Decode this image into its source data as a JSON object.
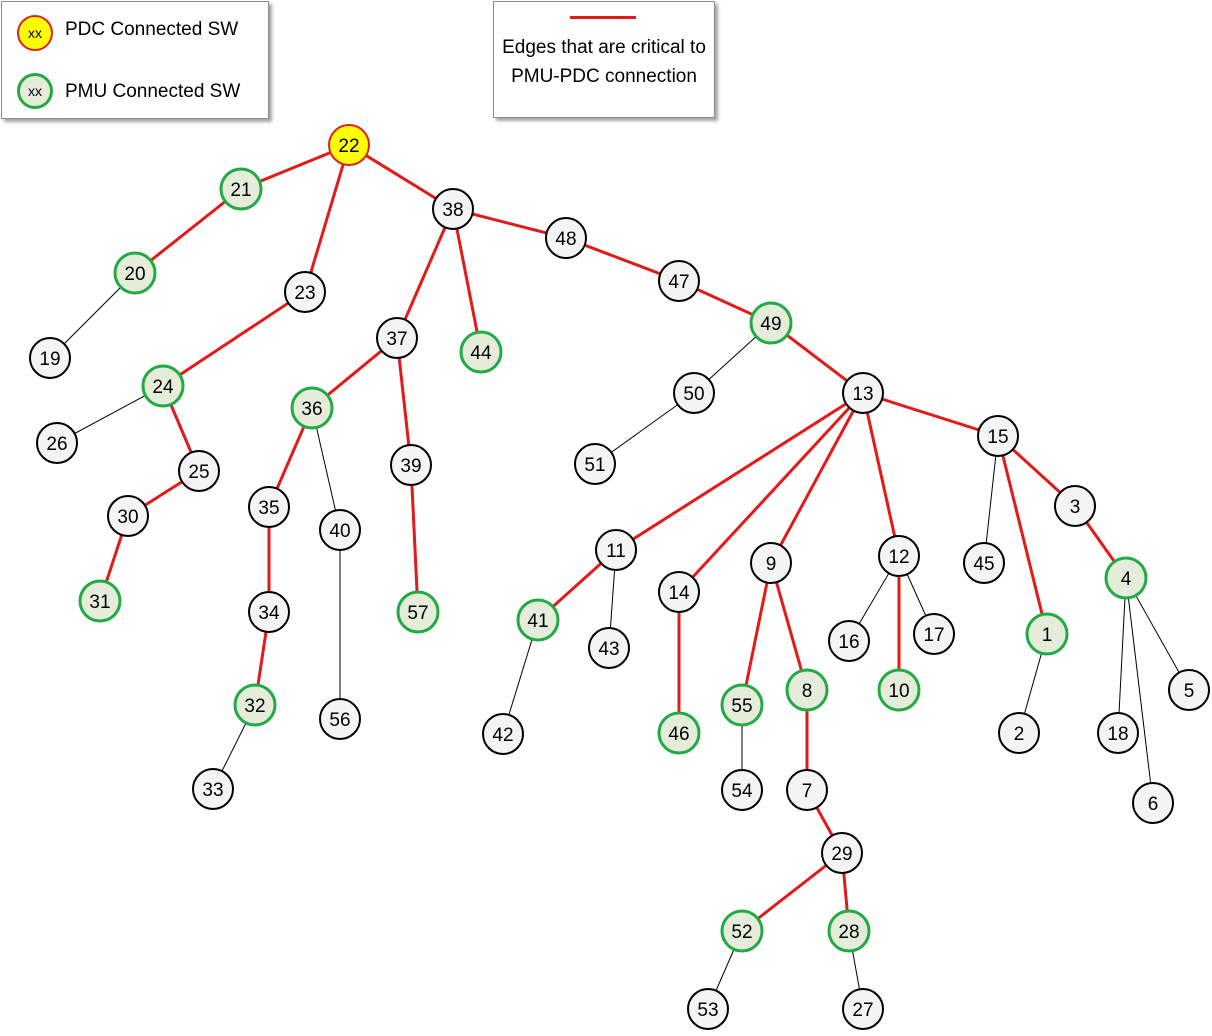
{
  "legend": {
    "pdc_symbol": "xx",
    "pdc_label": "PDC Connected SW",
    "pmu_symbol": "xx",
    "pmu_label": "PMU Connected SW",
    "edge_label": "Edges that are critical to PMU-PDC connection"
  },
  "colors": {
    "pdc_fill": "#ffff00",
    "pdc_border": "#e02020",
    "pmu_fill": "#e6ecda",
    "pmu_border": "#22aa44",
    "normal_fill": "#f4f4f4",
    "normal_border": "#000000",
    "critical_edge": "#e41a1a",
    "normal_edge": "#000000"
  },
  "nodes": [
    {
      "id": "22",
      "type": "pdc"
    },
    {
      "id": "21",
      "type": "pmu"
    },
    {
      "id": "20",
      "type": "pmu"
    },
    {
      "id": "19",
      "type": "normal"
    },
    {
      "id": "23",
      "type": "normal"
    },
    {
      "id": "24",
      "type": "pmu"
    },
    {
      "id": "26",
      "type": "normal"
    },
    {
      "id": "25",
      "type": "normal"
    },
    {
      "id": "30",
      "type": "normal"
    },
    {
      "id": "31",
      "type": "pmu"
    },
    {
      "id": "38",
      "type": "normal"
    },
    {
      "id": "37",
      "type": "normal"
    },
    {
      "id": "44",
      "type": "pmu"
    },
    {
      "id": "36",
      "type": "pmu"
    },
    {
      "id": "35",
      "type": "normal"
    },
    {
      "id": "34",
      "type": "normal"
    },
    {
      "id": "32",
      "type": "pmu"
    },
    {
      "id": "33",
      "type": "normal"
    },
    {
      "id": "40",
      "type": "normal"
    },
    {
      "id": "56",
      "type": "normal"
    },
    {
      "id": "39",
      "type": "normal"
    },
    {
      "id": "57",
      "type": "pmu"
    },
    {
      "id": "48",
      "type": "normal"
    },
    {
      "id": "47",
      "type": "normal"
    },
    {
      "id": "49",
      "type": "pmu"
    },
    {
      "id": "50",
      "type": "normal"
    },
    {
      "id": "51",
      "type": "normal"
    },
    {
      "id": "13",
      "type": "normal"
    },
    {
      "id": "11",
      "type": "normal"
    },
    {
      "id": "41",
      "type": "pmu"
    },
    {
      "id": "42",
      "type": "normal"
    },
    {
      "id": "43",
      "type": "normal"
    },
    {
      "id": "14",
      "type": "normal"
    },
    {
      "id": "46",
      "type": "pmu"
    },
    {
      "id": "9",
      "type": "normal"
    },
    {
      "id": "55",
      "type": "pmu"
    },
    {
      "id": "54",
      "type": "normal"
    },
    {
      "id": "8",
      "type": "pmu"
    },
    {
      "id": "7",
      "type": "normal"
    },
    {
      "id": "29",
      "type": "normal"
    },
    {
      "id": "52",
      "type": "pmu"
    },
    {
      "id": "53",
      "type": "normal"
    },
    {
      "id": "28",
      "type": "pmu"
    },
    {
      "id": "27",
      "type": "normal"
    },
    {
      "id": "12",
      "type": "normal"
    },
    {
      "id": "16",
      "type": "normal"
    },
    {
      "id": "17",
      "type": "normal"
    },
    {
      "id": "10",
      "type": "pmu"
    },
    {
      "id": "15",
      "type": "normal"
    },
    {
      "id": "45",
      "type": "normal"
    },
    {
      "id": "1",
      "type": "pmu"
    },
    {
      "id": "2",
      "type": "normal"
    },
    {
      "id": "3",
      "type": "normal"
    },
    {
      "id": "4",
      "type": "pmu"
    },
    {
      "id": "18",
      "type": "normal"
    },
    {
      "id": "6",
      "type": "normal"
    },
    {
      "id": "5",
      "type": "normal"
    }
  ],
  "edges": [
    {
      "from": "22",
      "to": "21",
      "critical": true
    },
    {
      "from": "21",
      "to": "20",
      "critical": true
    },
    {
      "from": "20",
      "to": "19",
      "critical": false
    },
    {
      "from": "22",
      "to": "23",
      "critical": true
    },
    {
      "from": "23",
      "to": "24",
      "critical": true
    },
    {
      "from": "24",
      "to": "26",
      "critical": false
    },
    {
      "from": "24",
      "to": "25",
      "critical": true
    },
    {
      "from": "25",
      "to": "30",
      "critical": true
    },
    {
      "from": "30",
      "to": "31",
      "critical": true
    },
    {
      "from": "22",
      "to": "38",
      "critical": true
    },
    {
      "from": "38",
      "to": "37",
      "critical": true
    },
    {
      "from": "38",
      "to": "44",
      "critical": true
    },
    {
      "from": "37",
      "to": "36",
      "critical": true
    },
    {
      "from": "36",
      "to": "35",
      "critical": true
    },
    {
      "from": "35",
      "to": "34",
      "critical": true
    },
    {
      "from": "34",
      "to": "32",
      "critical": true
    },
    {
      "from": "32",
      "to": "33",
      "critical": false
    },
    {
      "from": "36",
      "to": "40",
      "critical": false
    },
    {
      "from": "40",
      "to": "56",
      "critical": false
    },
    {
      "from": "37",
      "to": "39",
      "critical": true
    },
    {
      "from": "39",
      "to": "57",
      "critical": true
    },
    {
      "from": "38",
      "to": "48",
      "critical": true
    },
    {
      "from": "48",
      "to": "47",
      "critical": true
    },
    {
      "from": "47",
      "to": "49",
      "critical": true
    },
    {
      "from": "49",
      "to": "50",
      "critical": false
    },
    {
      "from": "50",
      "to": "51",
      "critical": false
    },
    {
      "from": "49",
      "to": "13",
      "critical": true
    },
    {
      "from": "13",
      "to": "11",
      "critical": true
    },
    {
      "from": "11",
      "to": "41",
      "critical": true
    },
    {
      "from": "41",
      "to": "42",
      "critical": false
    },
    {
      "from": "11",
      "to": "43",
      "critical": false
    },
    {
      "from": "13",
      "to": "14",
      "critical": true
    },
    {
      "from": "14",
      "to": "46",
      "critical": true
    },
    {
      "from": "13",
      "to": "9",
      "critical": true
    },
    {
      "from": "9",
      "to": "55",
      "critical": true
    },
    {
      "from": "55",
      "to": "54",
      "critical": false
    },
    {
      "from": "9",
      "to": "8",
      "critical": true
    },
    {
      "from": "8",
      "to": "7",
      "critical": true
    },
    {
      "from": "7",
      "to": "29",
      "critical": true
    },
    {
      "from": "29",
      "to": "52",
      "critical": true
    },
    {
      "from": "52",
      "to": "53",
      "critical": false
    },
    {
      "from": "29",
      "to": "28",
      "critical": true
    },
    {
      "from": "28",
      "to": "27",
      "critical": false
    },
    {
      "from": "13",
      "to": "12",
      "critical": true
    },
    {
      "from": "12",
      "to": "16",
      "critical": false
    },
    {
      "from": "12",
      "to": "17",
      "critical": false
    },
    {
      "from": "12",
      "to": "10",
      "critical": true
    },
    {
      "from": "13",
      "to": "15",
      "critical": true
    },
    {
      "from": "15",
      "to": "45",
      "critical": false
    },
    {
      "from": "15",
      "to": "1",
      "critical": true
    },
    {
      "from": "1",
      "to": "2",
      "critical": false
    },
    {
      "from": "15",
      "to": "3",
      "critical": true
    },
    {
      "from": "3",
      "to": "4",
      "critical": true
    },
    {
      "from": "4",
      "to": "18",
      "critical": false
    },
    {
      "from": "4",
      "to": "6",
      "critical": false
    },
    {
      "from": "4",
      "to": "5",
      "critical": false
    }
  ]
}
